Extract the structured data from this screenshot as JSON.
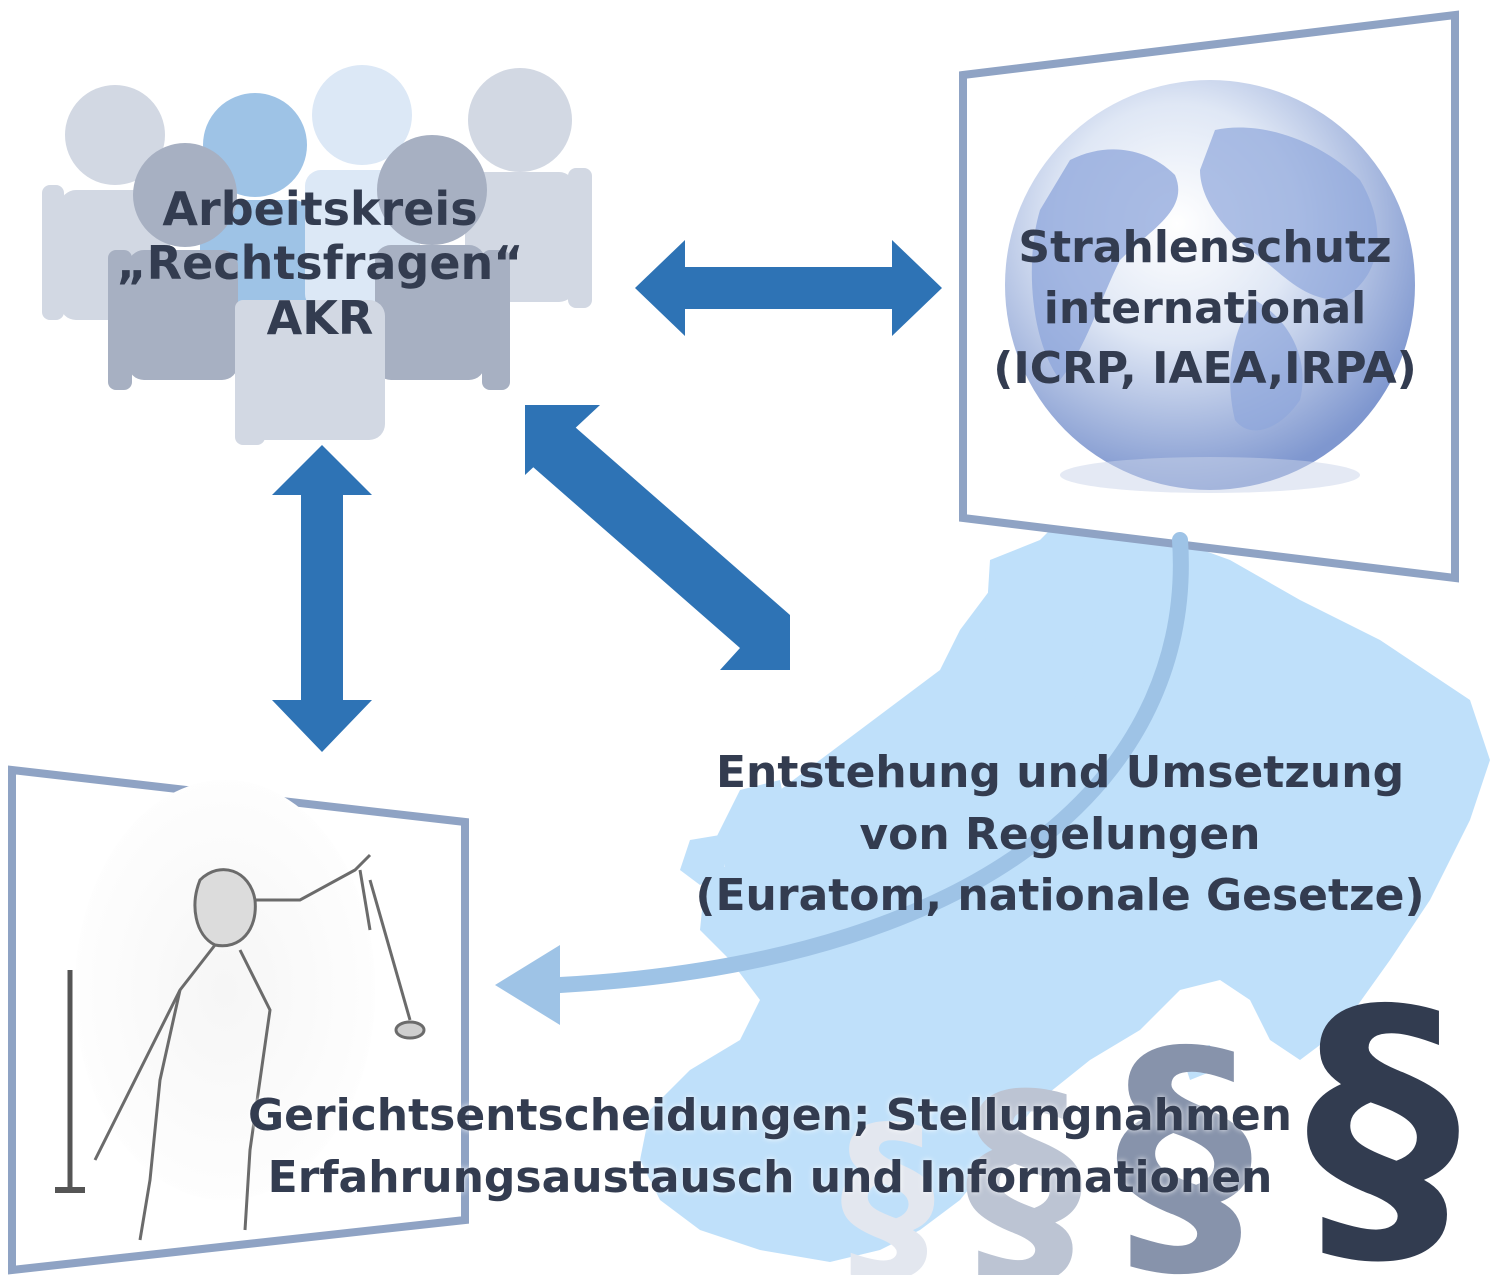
{
  "akr": {
    "lines": [
      "Arbeitskreis",
      "„Rechtsfragen“",
      "AKR"
    ]
  },
  "international": {
    "lines": [
      "Strahlenschutz",
      "international",
      "(ICRP, IAEA,IRPA)"
    ]
  },
  "regulation": {
    "lines": [
      "Entstehung und Umsetzung",
      "von Regelungen",
      "(Euratom, nationale Gesetze)"
    ]
  },
  "court": {
    "lines": [
      "Gerichtsentscheidungen; Stellungnahmen",
      "Erfahrungsaustausch und Informationen"
    ]
  },
  "symbols": {
    "paragraph": "§"
  },
  "colors": {
    "arrow_dark": "#2e73b5",
    "arrow_light": "#9ec3e6",
    "text": "#333c50",
    "map": "#bfe0fa",
    "frame": "#8fa3c4",
    "paragraph_shades": [
      "#e3e7ef",
      "#bcc4d3",
      "#8793ab",
      "#323c50"
    ]
  },
  "icons": [
    "people-group-icon",
    "globe-icon",
    "europe-map-icon",
    "justitia-statue-icon",
    "paragraph-icon"
  ]
}
